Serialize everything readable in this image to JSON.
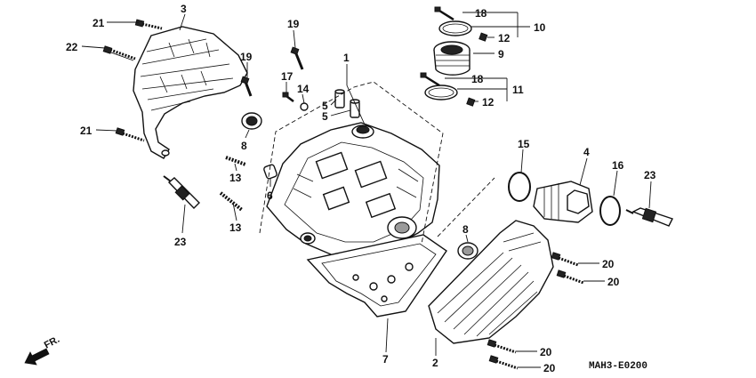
{
  "callouts": {
    "p1": "1",
    "p2": "2",
    "p3": "3",
    "p4": "4",
    "p5a": "5",
    "p5b": "5",
    "p6": "6",
    "p7": "7",
    "p8a": "8",
    "p8b": "8",
    "p9": "9",
    "p10": "10",
    "p11": "11",
    "p12a": "12",
    "p12b": "12",
    "p13a": "13",
    "p13b": "13",
    "p14": "14",
    "p15": "15",
    "p16": "16",
    "p17": "17",
    "p18a": "18",
    "p18b": "18",
    "p19a": "19",
    "p19b": "19",
    "p20a": "20",
    "p20b": "20",
    "p20c": "20",
    "p20d": "20",
    "p21a": "21",
    "p21b": "21",
    "p22": "22",
    "p23a": "23",
    "p23b": "23"
  },
  "diagram_code": "MAH3-E0200",
  "direction_label": "FR."
}
